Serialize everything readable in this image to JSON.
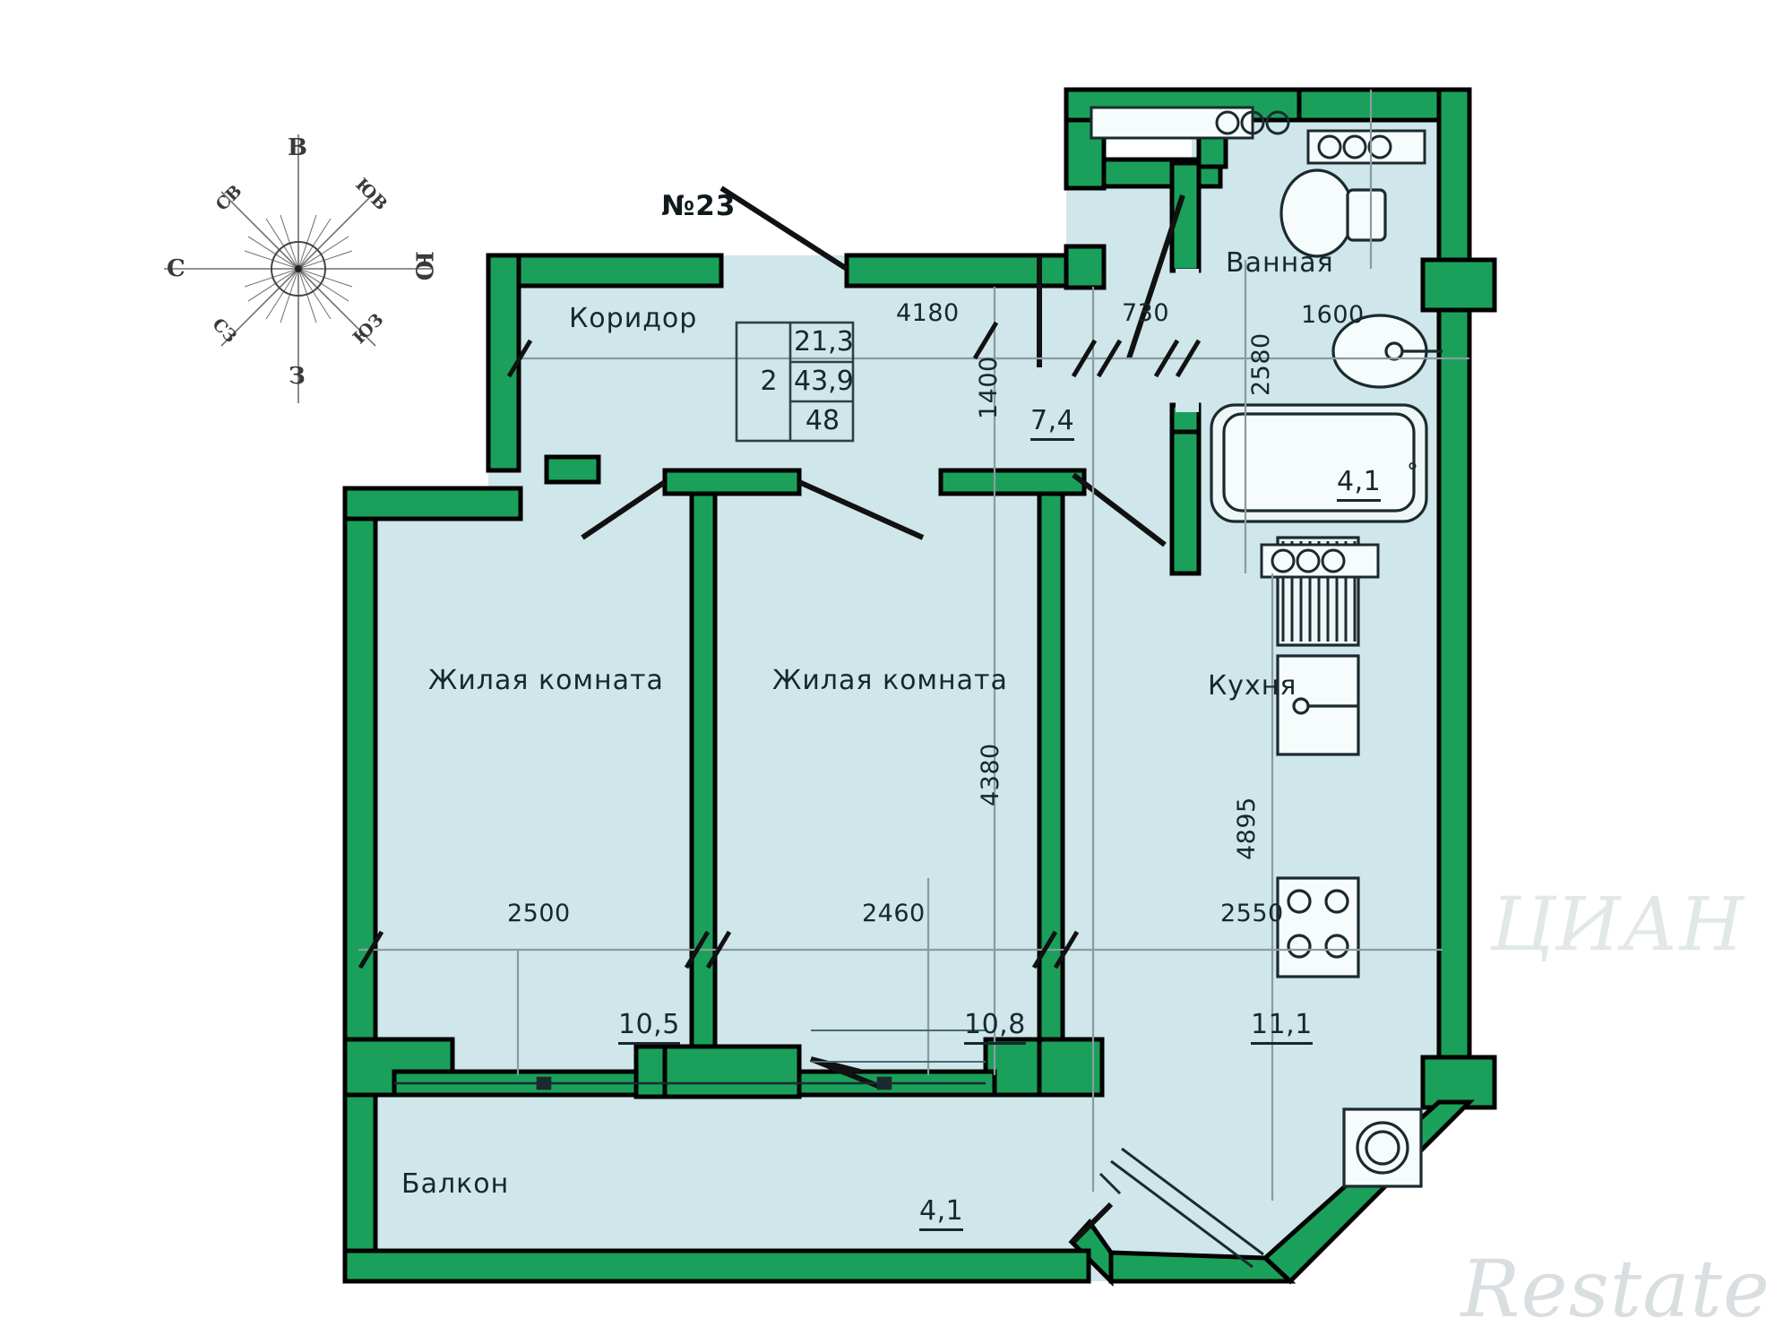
{
  "document": {
    "type": "apartment-floor-plan",
    "plan_number": "№23",
    "watermark": "Restate",
    "watermark_secondary": "ЦИАН",
    "colors": {
      "wall": "#1aa05a",
      "wall_outline": "#000000",
      "floor_fill": "#cfe6ea",
      "text": "#16282d",
      "watermark": "#d9dee0"
    }
  },
  "compass": {
    "name": "compass-rose",
    "directions": {
      "top": "В",
      "left": "С",
      "right": "Ю",
      "bottom": "З",
      "top_left": "СВ",
      "top_right": "ЮВ",
      "bottom_left": "СЗ",
      "bottom_right": "ЮЗ"
    }
  },
  "info_table": {
    "rooms": "2",
    "living_area": "21,3",
    "area_without_balcony": "43,9",
    "total_area": "48"
  },
  "rooms": [
    {
      "id": "corridor",
      "label": "Коридор",
      "area": "7,4"
    },
    {
      "id": "living-room-1",
      "label": "Жилая комната",
      "area": "10,5"
    },
    {
      "id": "living-room-2",
      "label": "Жилая комната",
      "area": "10,8"
    },
    {
      "id": "kitchen",
      "label": "Кухня",
      "area": "11,1"
    },
    {
      "id": "bathroom",
      "label": "Ванная",
      "area": "4,1"
    },
    {
      "id": "balcony",
      "label": "Балкон",
      "area": "4,1"
    }
  ],
  "dimensions": {
    "corridor_width": "4180",
    "corridor_depth": "1400",
    "hall_gap": "730",
    "bathroom_depth": "2580",
    "bathroom_width": "1600",
    "room1_width": "2500",
    "room2_width": "2460",
    "kitchen_width": "2550",
    "room_depth": "4380",
    "kitchen_depth": "4895"
  }
}
